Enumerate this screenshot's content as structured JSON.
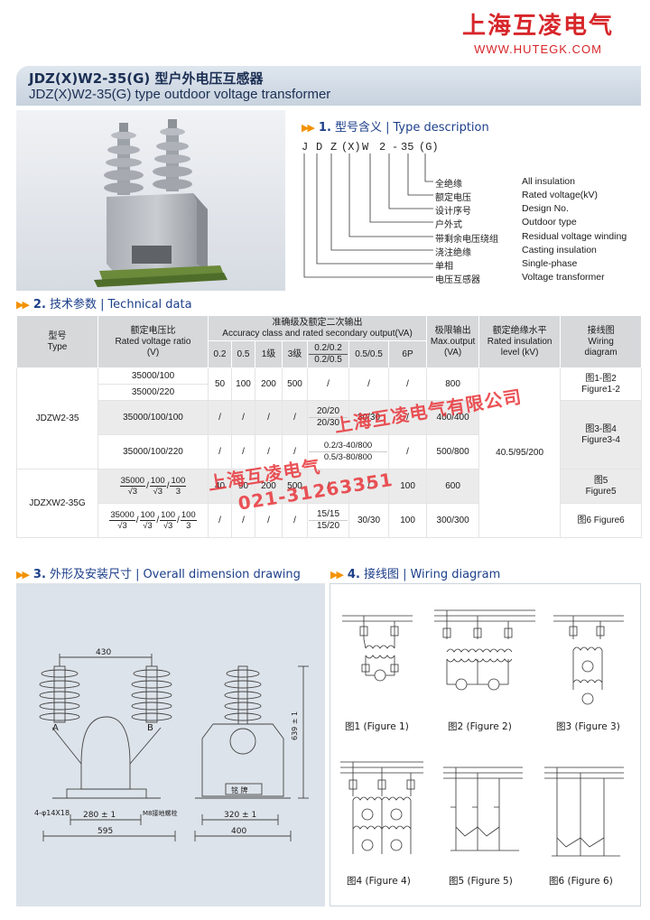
{
  "brand": {
    "name_cn": "上海互凌电气",
    "url": "WWW.HUTEGK.COM"
  },
  "product": {
    "title_cn": "JDZ(X)W2-35(G) 型户外电压互感器",
    "title_en": "JDZ(X)W2-35(G) type outdoor voltage transformer"
  },
  "colors": {
    "accent": "#1c3f8a",
    "brand_red": "#d7262a",
    "arrow": "#f39200"
  },
  "sections": {
    "s1": {
      "num": "1.",
      "cn": "型号含义",
      "en": "Type description"
    },
    "s2": {
      "num": "2.",
      "cn": "技术参数",
      "en": "Technical data"
    },
    "s3": {
      "num": "3.",
      "cn": "外形及安装尺寸",
      "en": "Overall dimension drawing"
    },
    "s4": {
      "num": "4.",
      "cn": "接线图",
      "en": "Wiring diagram"
    }
  },
  "type_code": [
    "J",
    "D",
    "Z",
    "(X)",
    "W",
    "2",
    "-",
    "35",
    "(G)"
  ],
  "type_desc": [
    {
      "cn": "全绝缘",
      "en": "All insulation"
    },
    {
      "cn": "额定电压",
      "en": "Rated voltage(kV)"
    },
    {
      "cn": "设计序号",
      "en": "Design No."
    },
    {
      "cn": "户外式",
      "en": "Outdoor type"
    },
    {
      "cn": "带剩余电压绕组",
      "en": "Residual voltage winding"
    },
    {
      "cn": "浇注绝缘",
      "en": "Casting insulation"
    },
    {
      "cn": "单相",
      "en": "Single-phase"
    },
    {
      "cn": "电压互感器",
      "en": "Voltage transformer"
    }
  ],
  "table": {
    "h_type_cn": "型号",
    "h_type_en": "Type",
    "h_ratio_cn": "额定电压比",
    "h_ratio_en": "Rated voltage ratio",
    "h_ratio_unit": "(V)",
    "h_acc_cn": "准确级及额定二次输出",
    "h_acc_en": "Accuracy class and rated secondary output(VA)",
    "h_acc_cols": [
      "0.2",
      "0.5",
      "1级",
      "3级",
      "0.2/0.2",
      "0.2/0.5",
      "0.5/0.5",
      "6P"
    ],
    "h_max_cn": "极限输出",
    "h_max_en": "Max.output",
    "h_max_unit": "(VA)",
    "h_ins_cn": "额定绝缘水平",
    "h_ins_en": "Rated insulation",
    "h_ins_unit": "level (kV)",
    "h_wir_cn": "接线图",
    "h_wir_en1": "Wiring",
    "h_wir_en2": "diagram",
    "types": [
      "JDZW2-35",
      "JDZXW2-35G"
    ],
    "ratios": [
      "35000/100",
      "35000/220",
      "35000/100/100",
      "35000/100/220"
    ],
    "frac": {
      "n1": "35000",
      "n2": "100",
      "n3": "100",
      "d1": "√3",
      "d2": "√3",
      "d3": "3"
    },
    "row1": [
      "50",
      "100",
      "200",
      "500",
      "/",
      "/",
      "/",
      "800"
    ],
    "row3": [
      "/",
      "/",
      "/",
      "/",
      "20/20",
      "20/30",
      "30/30",
      "/",
      "400/400"
    ],
    "row4": [
      "/",
      "/",
      "/",
      "/",
      "0.2/3-40/800",
      "0.5/3-80/800",
      "/",
      "500/800"
    ],
    "row5": [
      "40",
      "90",
      "200",
      "500",
      "/",
      "/",
      "100",
      "600"
    ],
    "row6": [
      "/",
      "/",
      "/",
      "/",
      "15/15",
      "15/20",
      "30/30",
      "100",
      "300/300"
    ],
    "insulation": "40.5/95/200",
    "wir1_cn": "图1-图2",
    "wir1_en": "Figure1-2",
    "wir2_cn": "图3-图4",
    "wir2_en": "Figure3-4",
    "wir3_cn": "图5",
    "wir3_en": "Figure5",
    "wir4": "图6 Figure6"
  },
  "dims": {
    "d430": "430",
    "d280": "280 ± 1",
    "d595": "595",
    "d320": "320 ± 1",
    "d400": "400",
    "d639": "639 ± 1",
    "bolt": "4-φ14X18",
    "ground": "M8接地螺栓",
    "plate": "铭 牌",
    "a": "A",
    "b": "B"
  },
  "figures": [
    "图1 (Figure 1)",
    "图2 (Figure 2)",
    "图3 (Figure 3)",
    "图4 (Figure 4)",
    "图5 (Figure 5)",
    "图6 (Figure 6)"
  ],
  "watermark": {
    "line1": "上海互凌电气有限公司",
    "line2": "上海互凌电气",
    "line3": "021-31263351"
  }
}
